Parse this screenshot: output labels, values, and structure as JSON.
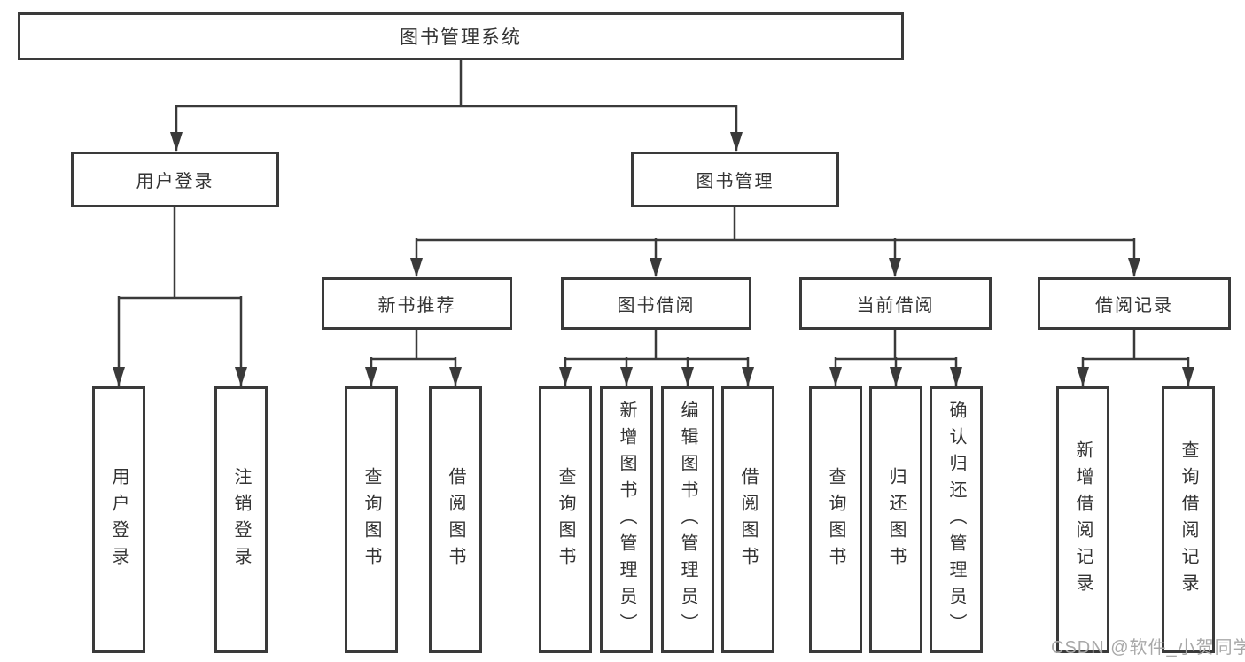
{
  "tree": {
    "root": {
      "label": "图书管理系统"
    },
    "level2": [
      {
        "label": "用户登录"
      },
      {
        "label": "图书管理"
      }
    ],
    "level3": [
      {
        "label": "新书推荐",
        "parent": "图书管理"
      },
      {
        "label": "图书借阅",
        "parent": "图书管理"
      },
      {
        "label": "当前借阅",
        "parent": "图书管理"
      },
      {
        "label": "借阅记录",
        "parent": "图书管理"
      }
    ],
    "leaves": [
      {
        "label": "用户登录",
        "parent": "用户登录"
      },
      {
        "label": "注销登录",
        "parent": "用户登录"
      },
      {
        "label": "查询图书",
        "parent": "新书推荐"
      },
      {
        "label": "借阅图书",
        "parent": "新书推荐"
      },
      {
        "label": "查询图书",
        "parent": "图书借阅"
      },
      {
        "label": "新增图书（管理员）",
        "parent": "图书借阅"
      },
      {
        "label": "编辑图书（管理员）",
        "parent": "图书借阅"
      },
      {
        "label": "借阅图书",
        "parent": "图书借阅"
      },
      {
        "label": "查询图书",
        "parent": "当前借阅"
      },
      {
        "label": "归还图书",
        "parent": "当前借阅"
      },
      {
        "label": "确认归还（管理员）",
        "parent": "当前借阅"
      },
      {
        "label": "新增借阅记录",
        "parent": "借阅记录"
      },
      {
        "label": "查询借阅记录",
        "parent": "借阅记录"
      }
    ]
  },
  "watermark": {
    "text": "CSDN @软件_小贺同学"
  },
  "colors": {
    "line": "#3a3a3a",
    "text": "#333333",
    "background": "#ffffff",
    "watermark": "#a8a8a8"
  }
}
